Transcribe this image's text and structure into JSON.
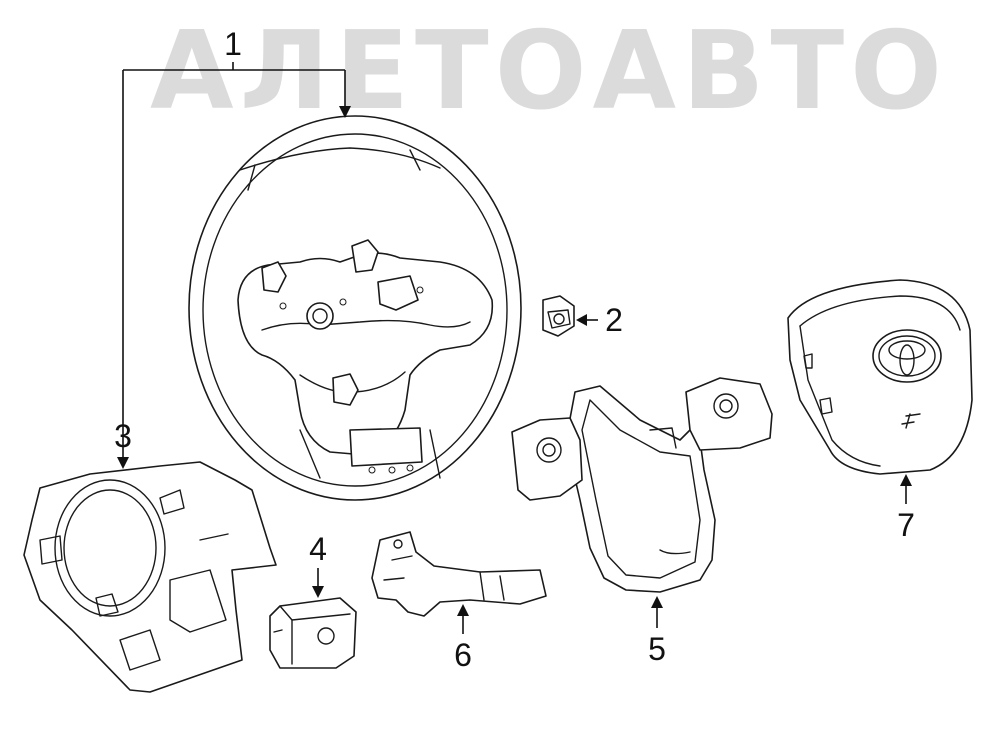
{
  "watermark": {
    "text": "АЛЕТОАВТО"
  },
  "callouts": {
    "c1": "1",
    "c2": "2",
    "c3": "3",
    "c4": "4",
    "c5": "5",
    "c6": "6",
    "c7": "7"
  },
  "emblem": {
    "name": "toyota-logo-icon"
  }
}
